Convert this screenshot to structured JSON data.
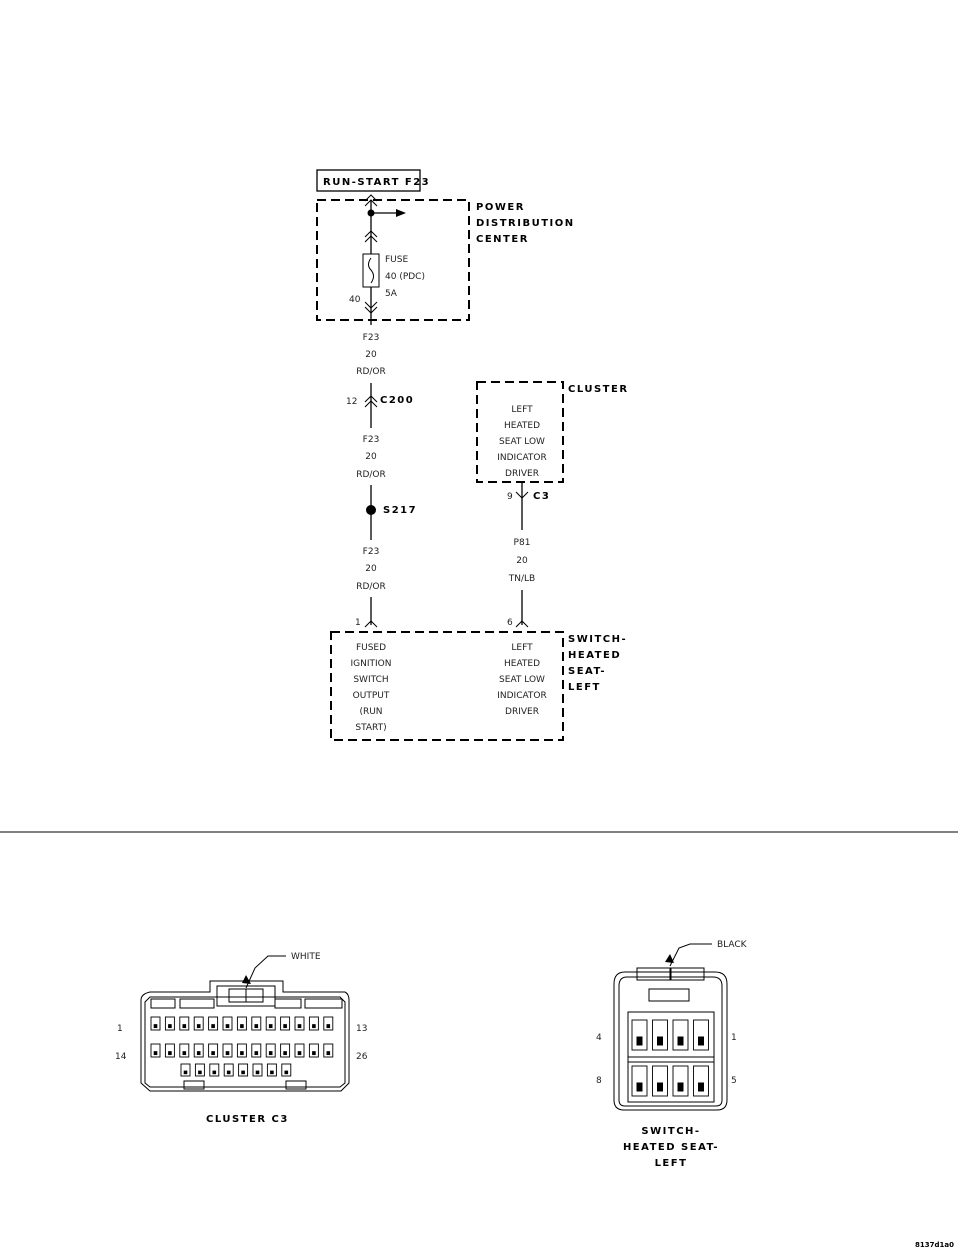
{
  "schematic": {
    "fuse_header": "RUN-START F23",
    "pdc_title": [
      "POWER",
      "DISTRIBUTION",
      "CENTER"
    ],
    "fuse_text": [
      "FUSE",
      "40 (PDC)",
      "5A"
    ],
    "fuse_pin": "40",
    "wire1": [
      "F23",
      "20",
      "RD/OR"
    ],
    "c200_pin": "12",
    "c200_name": "C200",
    "wire2": [
      "F23",
      "20",
      "RD/OR"
    ],
    "splice_name": "S217",
    "wire3": [
      "F23",
      "20",
      "RD/OR"
    ],
    "switch_pin_a": "1",
    "cluster_title": "CLUSTER",
    "cluster_text": [
      "LEFT",
      "HEATED",
      "SEAT LOW",
      "INDICATOR",
      "DRIVER"
    ],
    "c3_pin": "9",
    "c3_name": "C3",
    "wire4": [
      "P81",
      "20",
      "TN/LB"
    ],
    "switch_pin_b": "6",
    "switch_title": [
      "SWITCH-",
      "HEATED",
      "SEAT-",
      "LEFT"
    ],
    "switch_left_text": [
      "FUSED",
      "IGNITION",
      "SWITCH",
      "OUTPUT",
      "(RUN",
      "START)"
    ],
    "switch_right_text": [
      "LEFT",
      "HEATED",
      "SEAT LOW",
      "INDICATOR",
      "DRIVER"
    ]
  },
  "connectors": {
    "cluster": {
      "color_label": "WHITE",
      "pin_tl": "1",
      "pin_tr": "13",
      "pin_bl": "14",
      "pin_br": "26",
      "caption": "CLUSTER C3"
    },
    "switch": {
      "color_label": "BLACK",
      "pin_tl": "4",
      "pin_tr": "1",
      "pin_bl": "8",
      "pin_br": "5",
      "caption": [
        "SWITCH-",
        "HEATED SEAT-",
        "LEFT"
      ]
    }
  },
  "figure_id": "8137d1a0"
}
